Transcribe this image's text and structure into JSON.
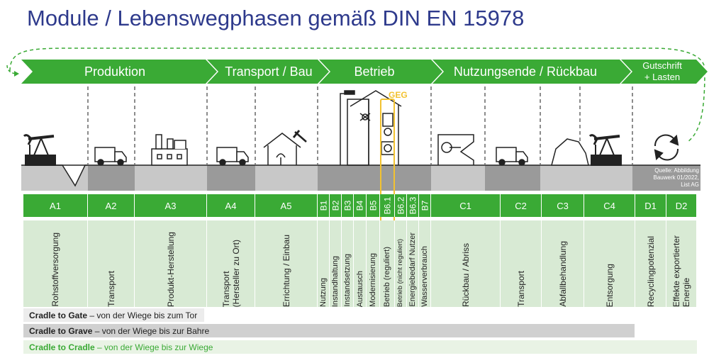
{
  "title": "Module / Lebenswegphasen gemäß DIN EN 15978",
  "phases": [
    {
      "label": "Produktion"
    },
    {
      "label": "Transport / Bau"
    },
    {
      "label": "Betrieb"
    },
    {
      "label": "Nutzungsende / Rückbau"
    },
    {
      "label_line1": "Gutschrift",
      "label_line2": "+ Lasten"
    }
  ],
  "modules": [
    {
      "code": "A1",
      "desc": "Rohstoffversorgung"
    },
    {
      "code": "A2",
      "desc": "Transport"
    },
    {
      "code": "A3",
      "desc": "Produkt-Herstellung"
    },
    {
      "code": "A4",
      "desc_line1": "Transport",
      "desc_line2": "(Hersteller zu Ort)"
    },
    {
      "code": "A5",
      "desc": "Errichtung / Einbau"
    },
    {
      "code": "B1",
      "desc": "Nutzung"
    },
    {
      "code": "B2",
      "desc": "Instandhaltung"
    },
    {
      "code": "B3",
      "desc": "Instandsetzung"
    },
    {
      "code": "B4",
      "desc": "Austausch"
    },
    {
      "code": "B5",
      "desc": "Modernisierung"
    },
    {
      "code": "B6.1",
      "desc": "Betrieb (reguliert)"
    },
    {
      "code": "B6.2",
      "desc": "Betrieb (nicht reguliert)"
    },
    {
      "code": "B6.3",
      "desc": "Energiebedarf Nutzer"
    },
    {
      "code": "B7",
      "desc": "Wasserverbrauch"
    },
    {
      "code": "C1",
      "desc": "Rückbau / Abriss"
    },
    {
      "code": "C2",
      "desc": "Transport"
    },
    {
      "code": "C3",
      "desc": "Abfallbehandlung"
    },
    {
      "code": "C4",
      "desc": "Entsorgung"
    },
    {
      "code": "D1",
      "desc": "Recyclingpotenzial"
    },
    {
      "code": "D2",
      "desc_line1": "Effekte exportierter",
      "desc_line2": "Energie"
    }
  ],
  "cradle": {
    "gate_bold": "Cradle to Gate",
    "gate_rest": " – von der Wiege bis zum Tor",
    "grave_bold": "Cradle to Grave",
    "grave_rest": " – von der Wiege bis zur Bahre",
    "cradle_bold": "Cradle to Cradle",
    "cradle_rest": " – von der Wiege bis zur Wiege"
  },
  "geg_label": "GEG",
  "source": {
    "line1": "Quelle: Abbildung",
    "line2": "Bauwerk 01/2022,",
    "line3": "List AG"
  },
  "colors": {
    "title": "#2e3a8c",
    "green": "#3aaa35",
    "light_green": "#d8ead4",
    "ground": "#c8c8c8",
    "ground_dark": "#9a9a9a",
    "highlight": "#f2c230"
  },
  "icons": [
    "oil-pump-icon",
    "truck-icon",
    "factory-icon",
    "house-build-icon",
    "street-lamp-icon",
    "house-tech-icon",
    "demolition-icon",
    "rock-icon",
    "recycle-icon"
  ]
}
